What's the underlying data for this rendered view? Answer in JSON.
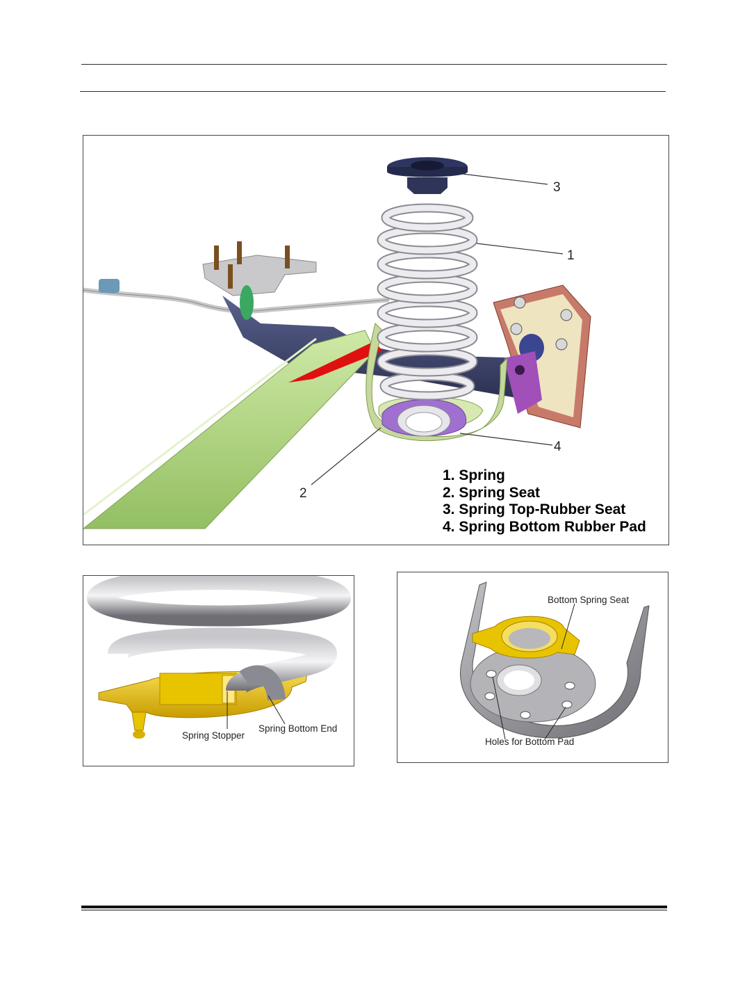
{
  "main_figure": {
    "callouts": [
      "1",
      "2",
      "3",
      "4"
    ],
    "legend": [
      "1. Spring",
      "2. Spring Seat",
      "3. Spring Top-Rubber Seat",
      "4. Spring Bottom Rubber Pad"
    ]
  },
  "left_figure": {
    "labels": {
      "stopper": "Spring Stopper",
      "bottom_end": "Spring Bottom End"
    }
  },
  "right_figure": {
    "labels": {
      "seat": "Bottom Spring Seat",
      "holes": "Holes for Bottom Pad"
    }
  },
  "colors": {
    "spring": "#e9e9ec",
    "axle_beam": "#b9dc8c",
    "axle_tube": "#3c4270",
    "bracket": "#c87a6a",
    "red_plate": "#e01010",
    "purple_pad": "#a070d0",
    "yellow_pad": "#e8c000"
  }
}
